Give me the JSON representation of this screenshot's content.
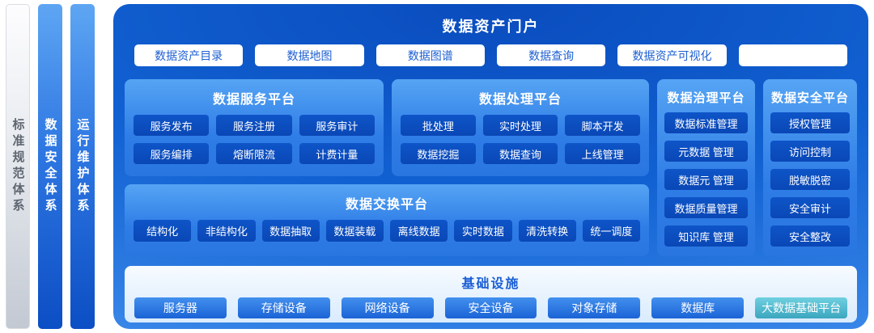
{
  "sidebars": [
    {
      "label": "标准规范体系",
      "variant": "gray"
    },
    {
      "label": "数据安全体系",
      "variant": "blue"
    },
    {
      "label": "运行维护体系",
      "variant": "blue"
    }
  ],
  "portal": {
    "title": "数据资产门户",
    "buttons": [
      "数据资产目录",
      "数据地图",
      "数据图谱",
      "数据查询",
      "数据资产可视化",
      ""
    ]
  },
  "platforms": {
    "service": {
      "title": "数据服务平台",
      "rows": [
        [
          "服务发布",
          "服务注册",
          "服务审计"
        ],
        [
          "服务编排",
          "熔断限流",
          "计费计量"
        ]
      ]
    },
    "processing": {
      "title": "数据处理平台",
      "rows": [
        [
          "批处理",
          "实时处理",
          "脚本开发"
        ],
        [
          "数据挖掘",
          "数据查询",
          "上线管理"
        ]
      ]
    },
    "governance": {
      "title": "数据治理平台",
      "items": [
        "数据标准管理",
        "元数据 管理",
        "数据元 管理",
        "数据质量管理",
        "知识库 管理"
      ]
    },
    "security": {
      "title": "数据安全平台",
      "items": [
        "授权管理",
        "访问控制",
        "脱敏脱密",
        "安全审计",
        "安全整改"
      ]
    },
    "exchange": {
      "title": "数据交换平台",
      "items": [
        "结构化",
        "非结构化",
        "数据抽取",
        "数据装载",
        "离线数据",
        "实时数据",
        "清洗转换",
        "统一调度"
      ]
    }
  },
  "infrastructure": {
    "title": "基础设施",
    "items": [
      {
        "label": "服务器",
        "variant": "blue"
      },
      {
        "label": "存储设备",
        "variant": "blue"
      },
      {
        "label": "网络设备",
        "variant": "blue"
      },
      {
        "label": "安全设备",
        "variant": "blue"
      },
      {
        "label": "对象存储",
        "variant": "blue"
      },
      {
        "label": "数据库",
        "variant": "blue"
      },
      {
        "label": "大数据基础平台",
        "variant": "teal"
      }
    ]
  },
  "colors": {
    "container_blue_dark": "#0a4cbe",
    "container_blue_light": "#3f8dec",
    "panel_blue": "#2e7ce6",
    "chip_blue": "#0a47b6",
    "white_button_text": "#1d5fd2",
    "infra_background": "#d9ebfd",
    "infra_title_blue": "#1b5fd4",
    "teal_chip": "#3ba6bf",
    "gray_bar_text": "#5f6670"
  }
}
